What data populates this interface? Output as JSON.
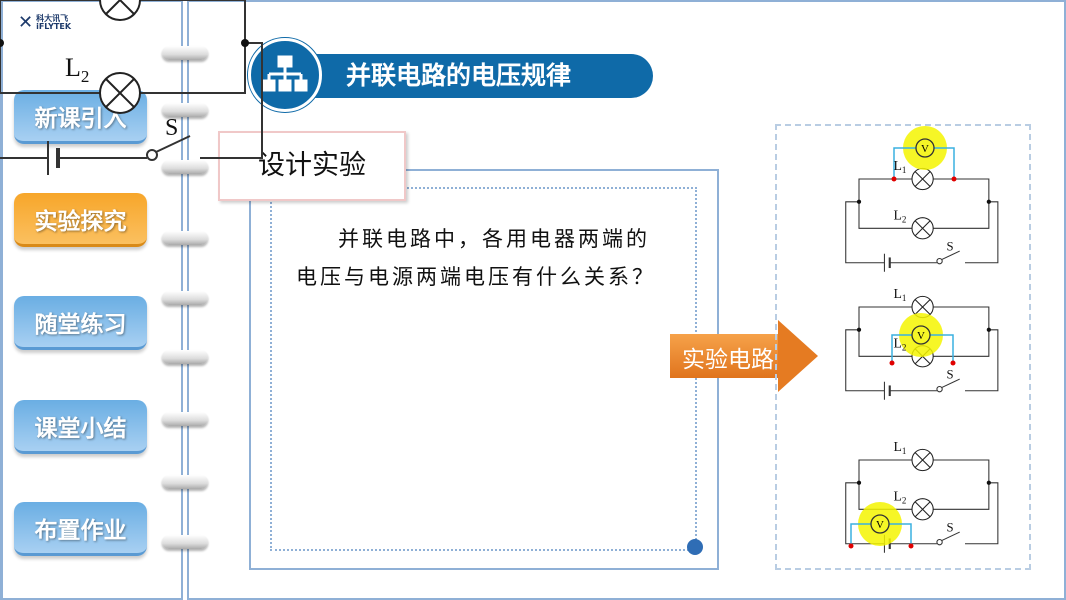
{
  "logo": {
    "cn": "科大讯飞",
    "en": "iFLYTEK"
  },
  "nav": [
    {
      "label": "新课引入",
      "active": false
    },
    {
      "label": "实验探究",
      "active": true
    },
    {
      "label": "随堂练习",
      "active": false
    },
    {
      "label": "课堂小结",
      "active": false
    },
    {
      "label": "布置作业",
      "active": false
    }
  ],
  "title": "并联电路的电压规律",
  "tag": "设计实验",
  "question": "并联电路中，各用电器两端的电压与电源两端电压有什么关系？",
  "arrow_label": "实验电路",
  "circuit": {
    "lamp1": "L",
    "lamp1_sub": "1",
    "lamp2": "L",
    "lamp2_sub": "2",
    "switch": "S",
    "voltmeter": "V"
  },
  "colors": {
    "accent": "#0f6aa8",
    "nav_blue": "#6aaee3",
    "nav_orange": "#f7a62a",
    "highlight": "#f5f500",
    "probe": "#e00000"
  }
}
